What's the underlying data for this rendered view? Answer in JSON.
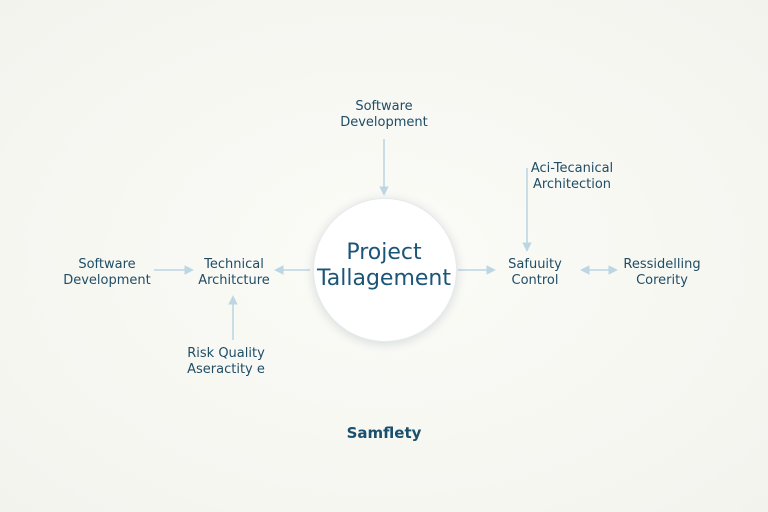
{
  "center": {
    "line1": "Project",
    "line2": "Tallagement"
  },
  "nodes": {
    "top": {
      "line1": "Software",
      "line2": "Development"
    },
    "top_right": {
      "line1": "Aci-Tecanical",
      "line2": "Architection"
    },
    "left": {
      "line1": "Software",
      "line2": "Development"
    },
    "inner_left": {
      "line1": "Technical",
      "line2": "Architcture"
    },
    "bottom_left": {
      "line1": "Risk Quality",
      "line2": "Aseractity e"
    },
    "inner_right": {
      "line1": "Safuuity",
      "line2": "Control"
    },
    "right": {
      "line1": "Ressidelling",
      "line2": "Corerity"
    }
  },
  "footer": {
    "label": "Samflety"
  },
  "colors": {
    "text": "#1f4d66",
    "connector": "#bcd6e3",
    "circle": "#ffffff",
    "background": "#f7f7f2"
  }
}
